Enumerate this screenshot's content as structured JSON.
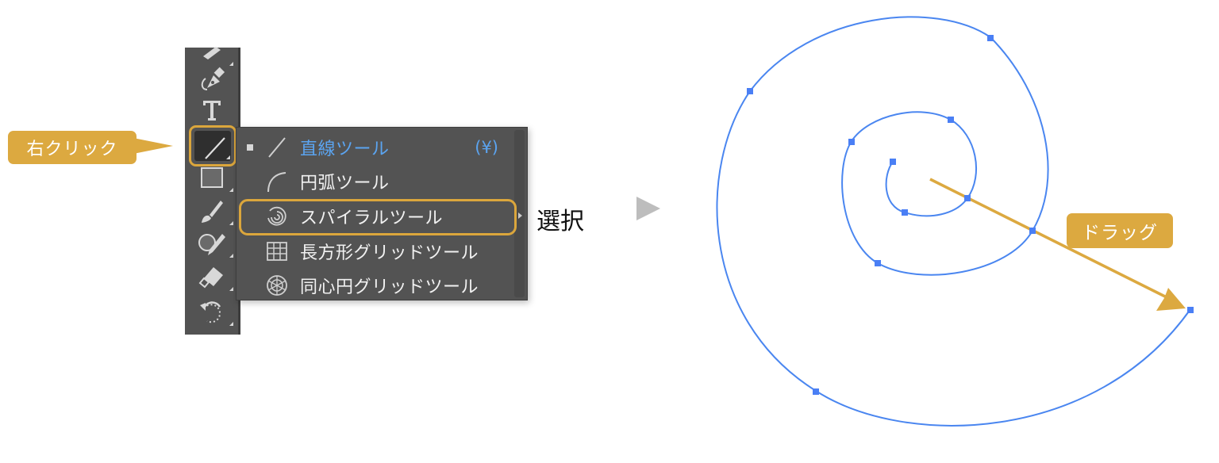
{
  "callouts": {
    "right_click": "右クリック",
    "select": "選択",
    "drag": "ドラッグ"
  },
  "toolbar": {
    "tools": [
      {
        "name": "curvature-tool",
        "icon": "curvature-icon"
      },
      {
        "name": "pen-tool",
        "icon": "pen-icon"
      },
      {
        "name": "type-tool",
        "icon": "type-icon",
        "glyph": "T"
      },
      {
        "name": "line-segment-tool",
        "icon": "line-icon",
        "selected": true
      },
      {
        "name": "rectangle-tool",
        "icon": "rectangle-icon"
      },
      {
        "name": "paintbrush-tool",
        "icon": "paintbrush-icon"
      },
      {
        "name": "shaper-tool",
        "icon": "shaper-icon"
      },
      {
        "name": "eraser-tool",
        "icon": "eraser-icon"
      },
      {
        "name": "rotate-tool",
        "icon": "rotate-icon"
      }
    ]
  },
  "menu": {
    "items": [
      {
        "label": "直線ツール",
        "shortcut": "(¥)",
        "icon": "line-icon",
        "active": true
      },
      {
        "label": "円弧ツール",
        "icon": "arc-icon"
      },
      {
        "label": "スパイラルツール",
        "icon": "spiral-icon",
        "highlighted": true
      },
      {
        "label": "長方形グリッドツール",
        "icon": "rectangular-grid-icon"
      },
      {
        "label": "同心円グリッドツール",
        "icon": "polar-grid-icon"
      }
    ]
  },
  "colors": {
    "accent_gold": "#dca940",
    "toolbar_bg": "#535353",
    "active_text_blue": "#5ba4f0",
    "spiral_path_blue": "#4a86f0",
    "anchor_blue": "#4a7ff5",
    "next_arrow_gray": "#bdbdbd"
  }
}
